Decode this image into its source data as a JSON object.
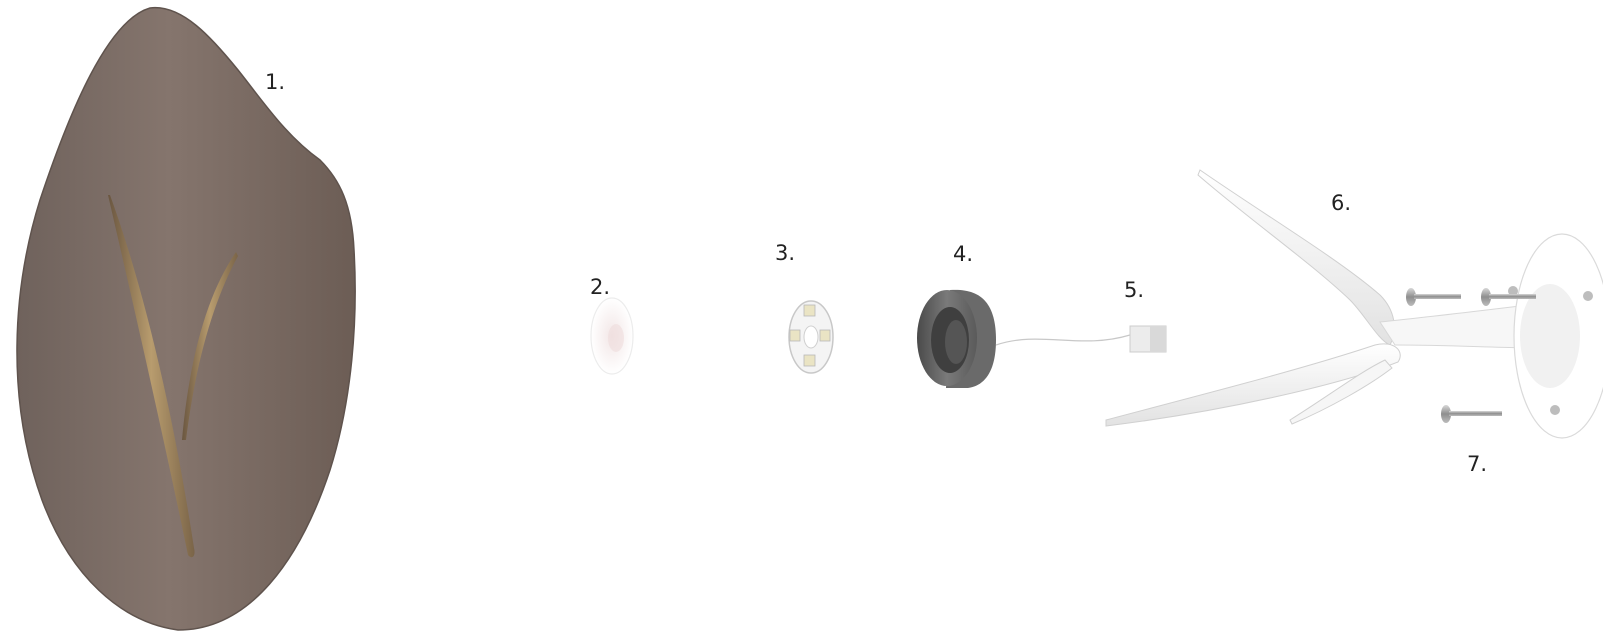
{
  "diagram": {
    "type": "exploded-view",
    "parts": [
      {
        "id": 1,
        "label": "1.",
        "icon": "leaf-shade-icon"
      },
      {
        "id": 2,
        "label": "2.",
        "icon": "diffuser-lens-icon"
      },
      {
        "id": 3,
        "label": "3.",
        "icon": "led-board-icon"
      },
      {
        "id": 4,
        "label": "4.",
        "icon": "housing-cup-icon"
      },
      {
        "id": 5,
        "label": "5.",
        "icon": "driver-block-icon"
      },
      {
        "id": 6,
        "label": "6.",
        "icon": "arm-bracket-icon"
      },
      {
        "id": 7,
        "label": "7.",
        "icon": "screw-icon"
      }
    ]
  },
  "colors": {
    "leaf": "#7c6c64",
    "leaf_groove": "#a08a66",
    "housing": "#555555",
    "bracket": "#f3f3f3",
    "screw": "#9a9a9a"
  }
}
